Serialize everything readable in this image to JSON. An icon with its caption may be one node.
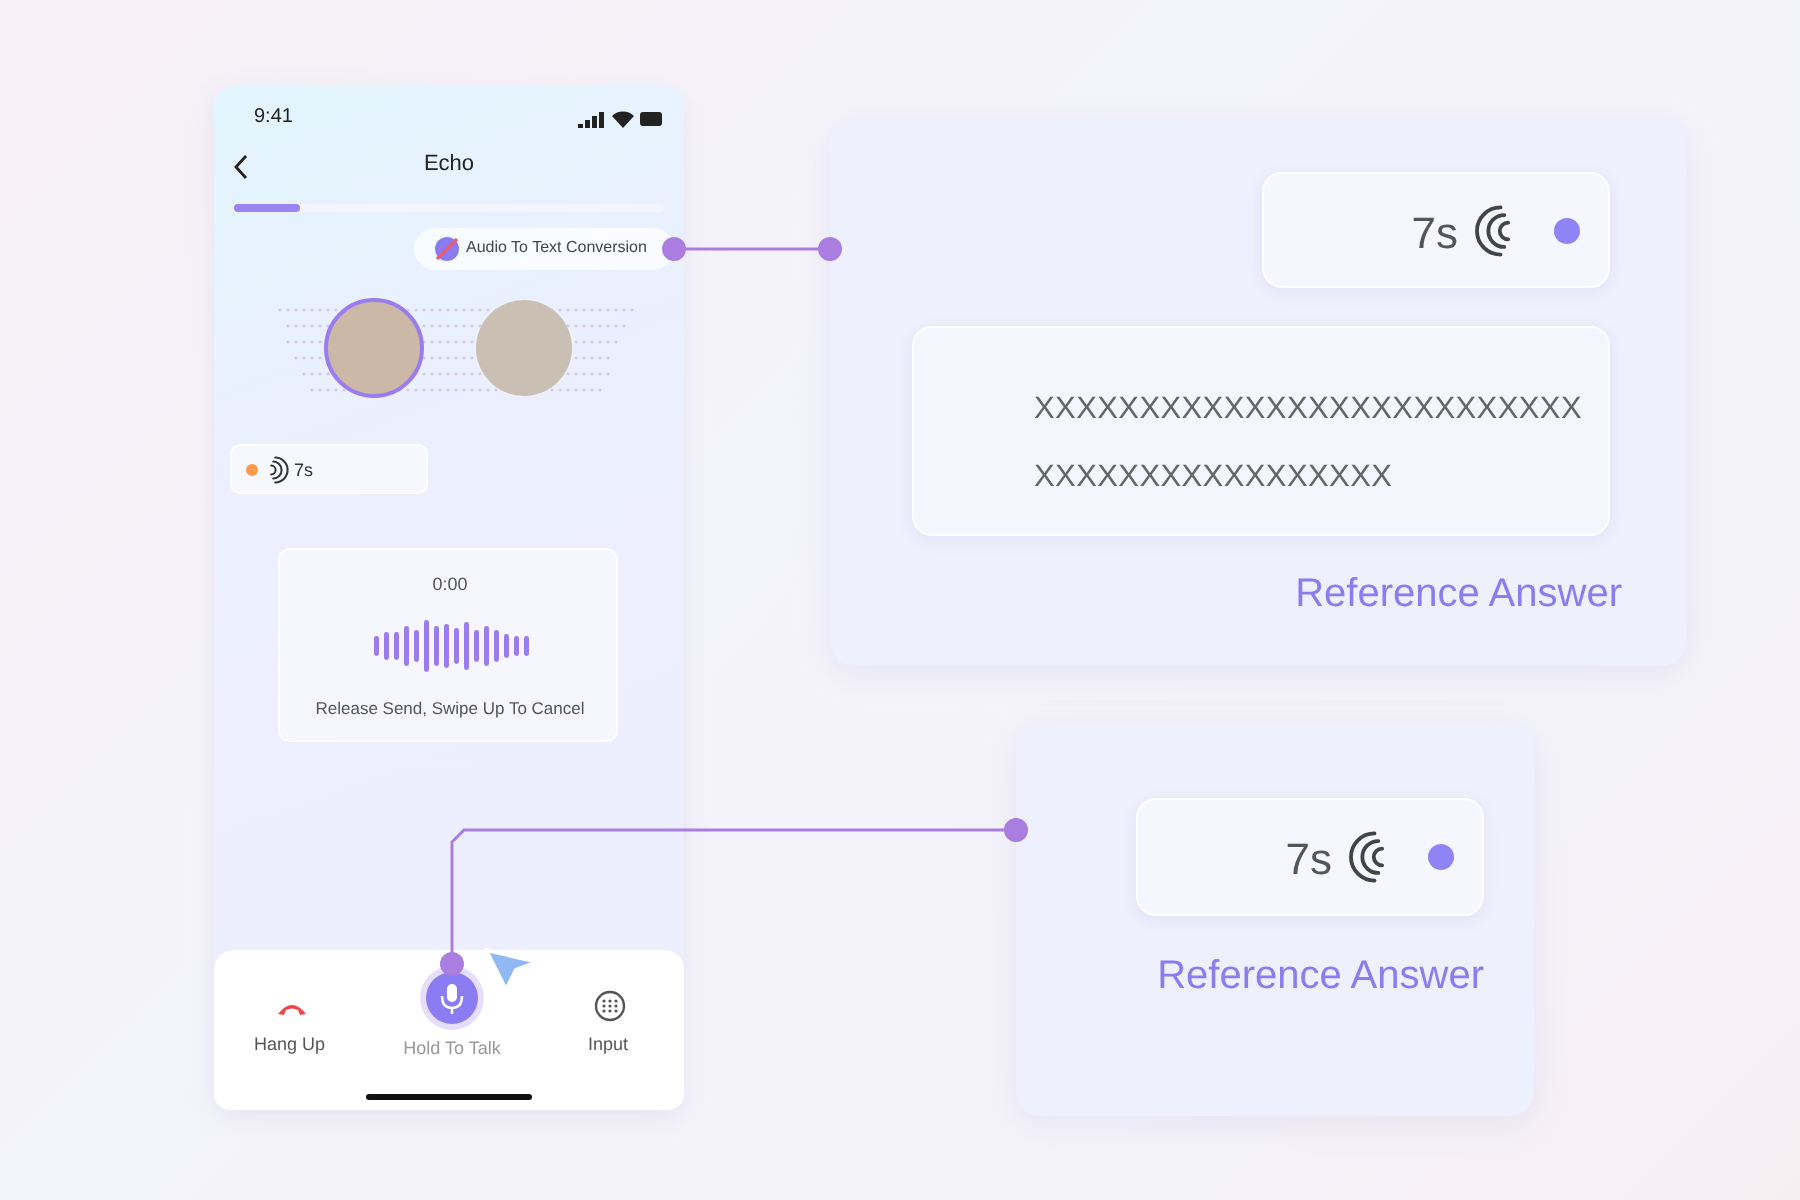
{
  "diagram": {
    "nodes": [
      {
        "text": [
          "9:41",
          "Echo"
        ]
      },
      {
        "text": [
          "Audio To Text Conversion"
        ],
        "in": 0
      },
      {
        "text": [
          "7s"
        ],
        "in": 0
      },
      {
        "text": [
          "0:00",
          "Release Send, Swipe Up To Cancel"
        ],
        "in": 0
      },
      {
        "text": [
          "Hold To Talk"
        ],
        "in": 0
      },
      {
        "text": [
          "Reference Answer"
        ]
      },
      {
        "text": [
          "7s"
        ],
        "in": 5
      },
      {
        "text": [
          "XXXXXXXXXXXXXXXXXXXXXXXXXX XXXXXXXXXXXXXXXXX"
        ],
        "in": 5
      },
      {
        "text": [
          "Reference Answer"
        ]
      },
      {
        "text": [
          "7s"
        ],
        "in": 8
      }
    ],
    "edges": [
      {
        "from": 1,
        "to": 5,
        "arrow": "other"
      },
      {
        "from": 4,
        "to": 8,
        "arrow": "other"
      }
    ],
    "labels": [
      "Hang Up",
      "Input"
    ]
  }
}
